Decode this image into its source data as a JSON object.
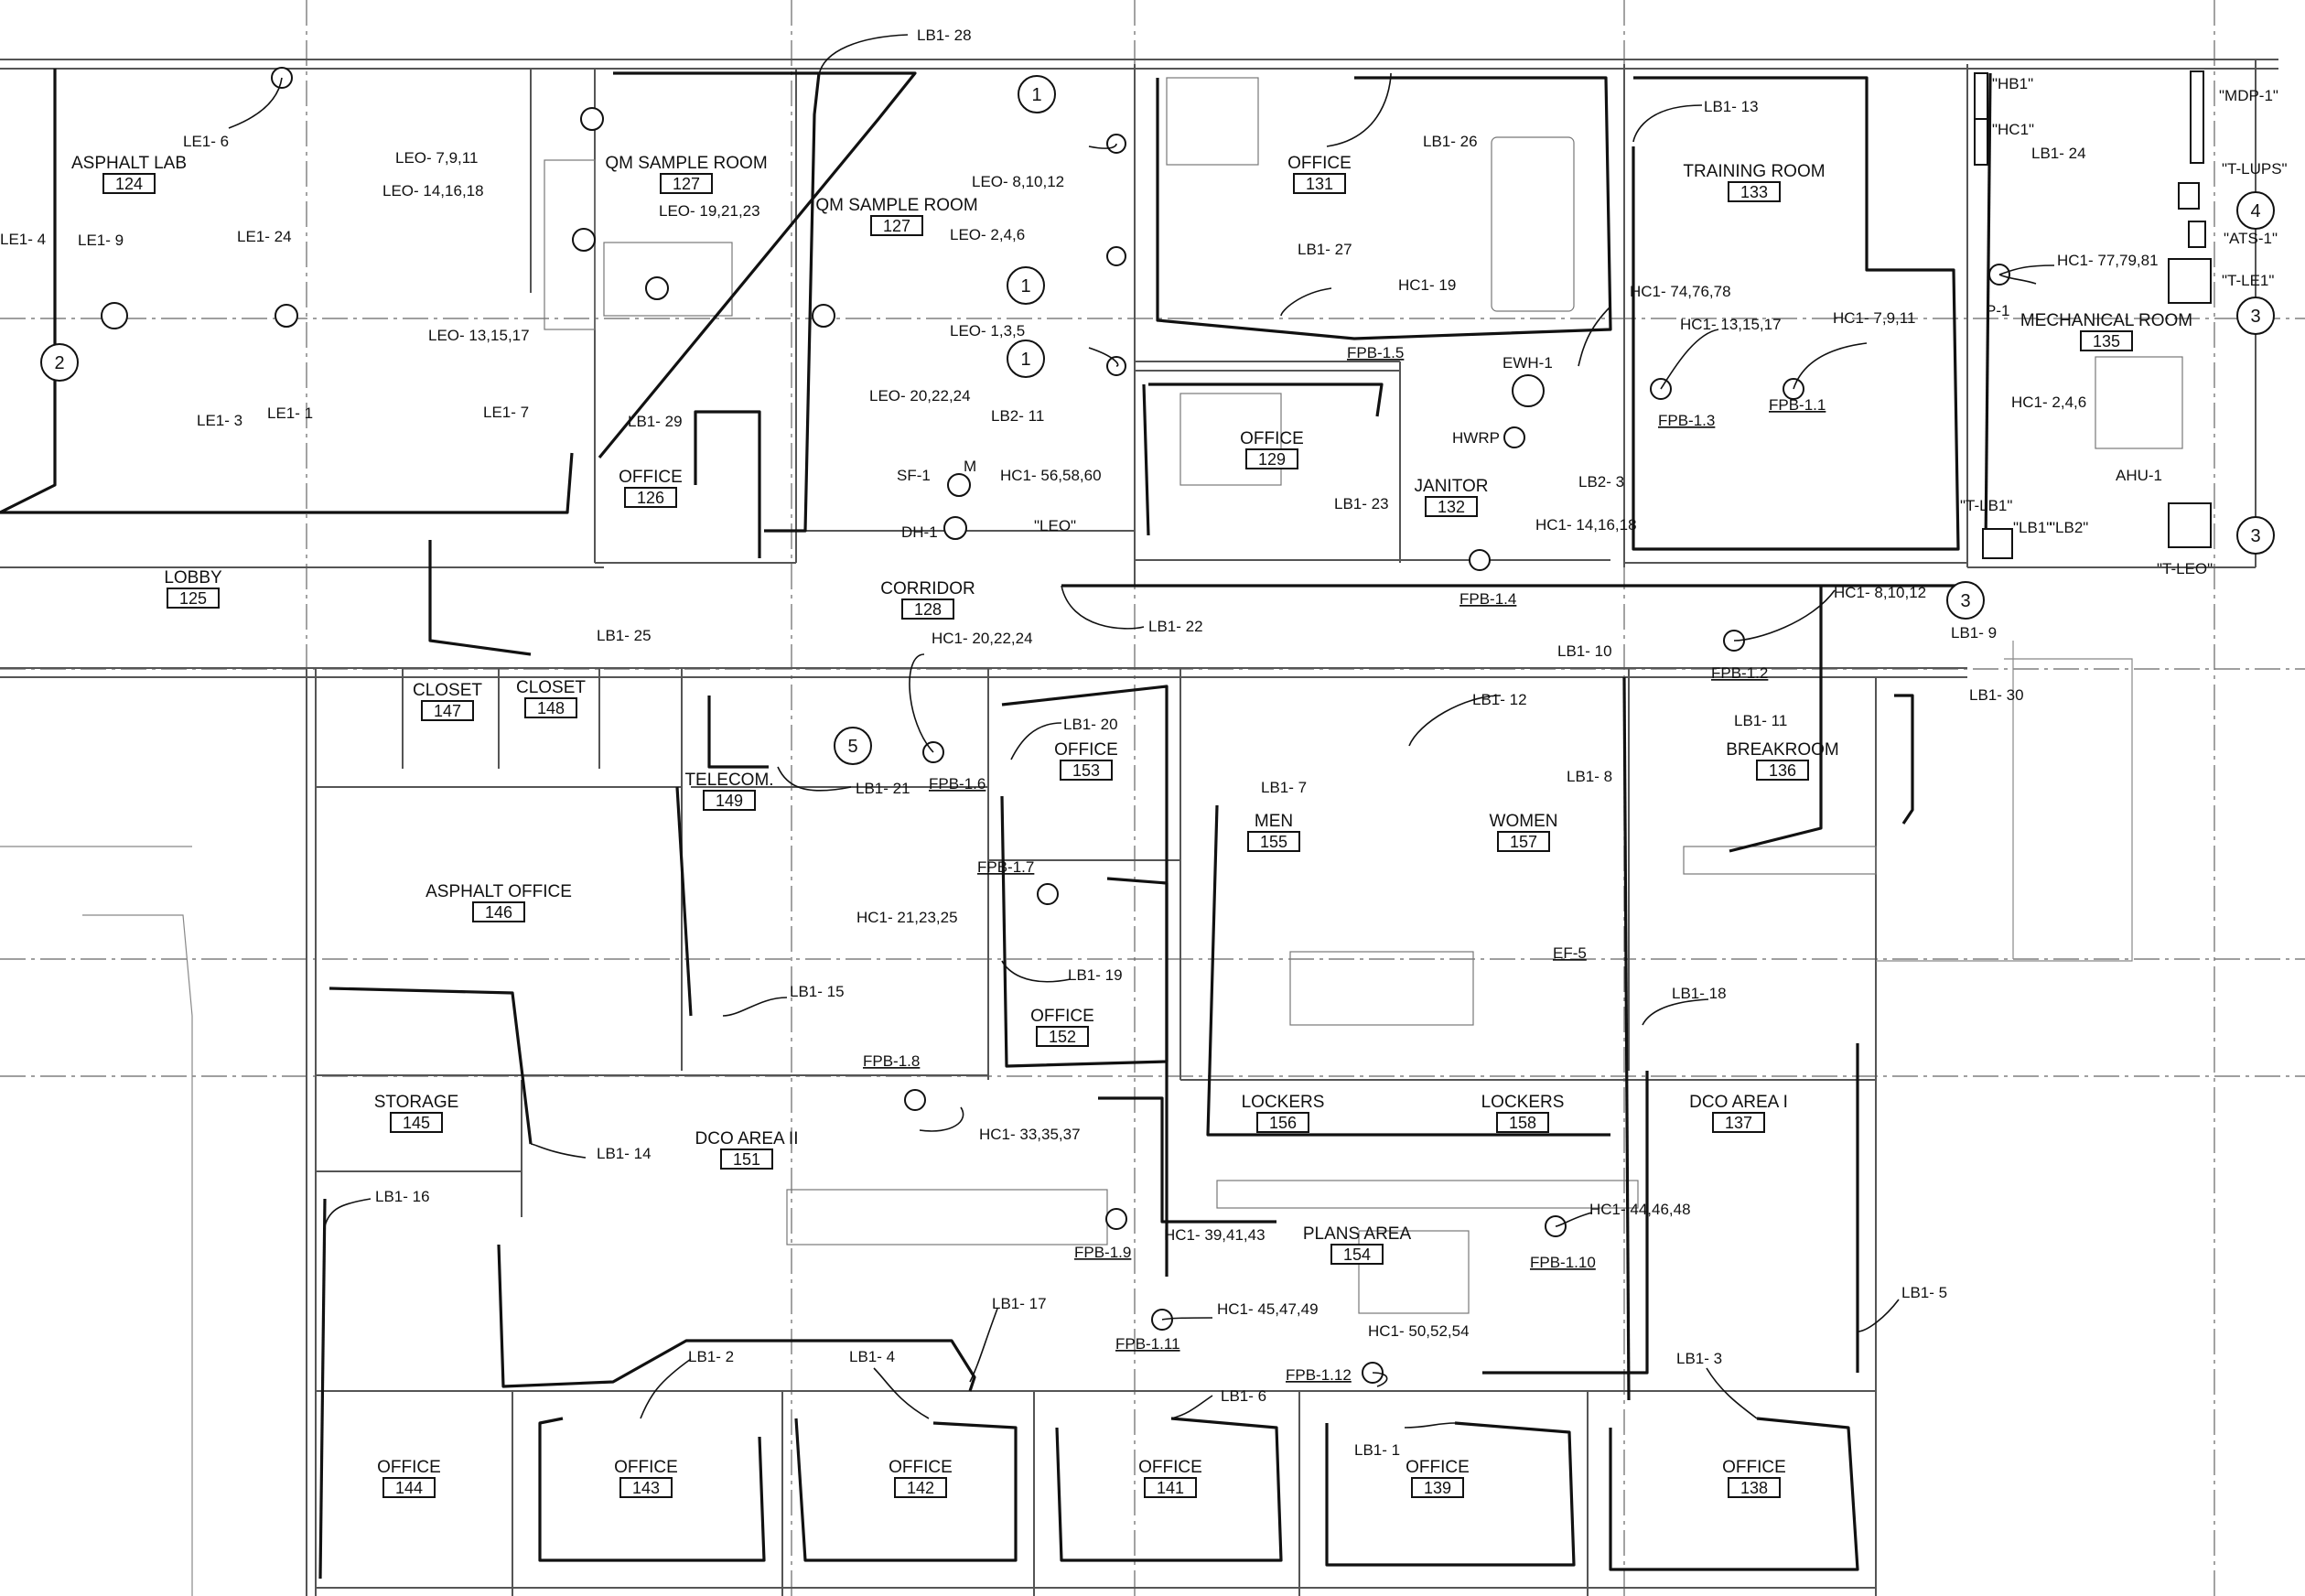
{
  "rooms": [
    {
      "name": "ASPHALT LAB",
      "num": "124"
    },
    {
      "name": "QM SAMPLE ROOM",
      "num": "127"
    },
    {
      "name": "QM SAMPLE ROOM",
      "num": "127"
    },
    {
      "name": "OFFICE",
      "num": "131"
    },
    {
      "name": "TRAINING ROOM",
      "num": "133"
    },
    {
      "name": "MECHANICAL ROOM",
      "num": "135"
    },
    {
      "name": "OFFICE",
      "num": "126"
    },
    {
      "name": "OFFICE",
      "num": "129"
    },
    {
      "name": "JANITOR",
      "num": "132"
    },
    {
      "name": "LOBBY",
      "num": "125"
    },
    {
      "name": "CORRIDOR",
      "num": "128"
    },
    {
      "name": "CLOSET",
      "num": "147"
    },
    {
      "name": "CLOSET",
      "num": "148"
    },
    {
      "name": "TELECOM.",
      "num": "149"
    },
    {
      "name": "OFFICE",
      "num": "153"
    },
    {
      "name": "MEN",
      "num": "155"
    },
    {
      "name": "WOMEN",
      "num": "157"
    },
    {
      "name": "BREAKROOM",
      "num": "136"
    },
    {
      "name": "ASPHALT OFFICE",
      "num": "146"
    },
    {
      "name": "OFFICE",
      "num": "152"
    },
    {
      "name": "STORAGE",
      "num": "145"
    },
    {
      "name": "DCO AREA II",
      "num": "151"
    },
    {
      "name": "LOCKERS",
      "num": "156"
    },
    {
      "name": "LOCKERS",
      "num": "158"
    },
    {
      "name": "DCO AREA I",
      "num": "137"
    },
    {
      "name": "PLANS AREA",
      "num": "154"
    },
    {
      "name": "OFFICE",
      "num": "144"
    },
    {
      "name": "OFFICE",
      "num": "143"
    },
    {
      "name": "OFFICE",
      "num": "142"
    },
    {
      "name": "OFFICE",
      "num": "141"
    },
    {
      "name": "OFFICE",
      "num": "139"
    },
    {
      "name": "OFFICE",
      "num": "138"
    }
  ],
  "circuits": [
    "LB1- 28",
    "LE1- 6",
    "LEO- 7,9,11",
    "LEO- 14,16,18",
    "LE1- 4",
    "LE1- 9",
    "LE1- 24",
    "LEO- 19,21,23",
    "LEO- 13,15,17",
    "LE1- 3",
    "LE1- 1",
    "LE1- 7",
    "LB1- 29",
    "LEO- 8,10,12",
    "LEO- 2,4,6",
    "LEO- 1,3,5",
    "LEO- 20,22,24",
    "LB2- 11",
    "HC1- 56,58,60",
    "LB1- 26",
    "LB1- 27",
    "HC1- 19",
    "LB1- 23",
    "LB1- 13",
    "HC1- 74,76,78",
    "HC1- 13,15,17",
    "HC1- 7,9,11",
    "LB2- 3",
    "HC1- 14,16,18",
    "LB1- 24",
    "HC1- 77,79,81",
    "HC1- 2,4,6",
    "LB1- 22",
    "HC1- 8,10,12",
    "LB1- 25",
    "HC1- 20,22,24",
    "LB1- 20",
    "LB1- 21",
    "LB1- 10",
    "LB1- 12",
    "LB1- 11",
    "LB1- 9",
    "LB1- 30",
    "LB1- 7",
    "LB1- 8",
    "HC1- 21,23,25",
    "LB1- 19",
    "LB1- 15",
    "LB1- 18",
    "HC1- 33,35,37",
    "LB1- 14",
    "LB1- 16",
    "HC1- 39,41,43",
    "HC1- 44,46,48",
    "HC1- 45,47,49",
    "LB1- 17",
    "HC1- 50,52,54",
    "LB1- 2",
    "LB1- 4",
    "LB1- 6",
    "LB1- 1",
    "LB1- 3",
    "LB1- 5"
  ],
  "equipment": [
    "FPB-1.5",
    "FPB-1.3",
    "FPB-1.1",
    "FPB-1.4",
    "FPB-1.2",
    "FPB-1.6",
    "FPB-1.7",
    "FPB-1.8",
    "FPB-1.9",
    "FPB-1.10",
    "FPB-1.11",
    "FPB-1.12",
    "EF-5"
  ],
  "devices": [
    "SF-1",
    "DH-1",
    "\"LEO\"",
    "M",
    "EWH-1",
    "HWRP",
    "P-1",
    "AHU-1",
    "\"HB1\"",
    "\"HC1\"",
    "\"MDP-1\"",
    "\"T-LUPS\"",
    "\"ATS-1\"",
    "\"T-LE1\"",
    "\"T-LB1\"",
    "\"LB1\"",
    "\"LB2\"",
    "\"T-LEO\""
  ],
  "keynotes": [
    "1",
    "1",
    "1",
    "2",
    "3",
    "3",
    "3",
    "4",
    "5"
  ]
}
